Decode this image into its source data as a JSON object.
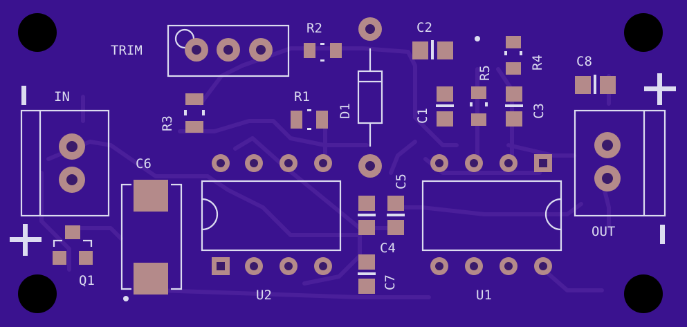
{
  "board": {
    "colors": {
      "board": "#3a128f",
      "trace": "#4a1f9a",
      "silkscreen": "#dcdcf0",
      "pad": "#b48a8a",
      "mount_hole": "#000000"
    }
  },
  "labels": {
    "trim": "TRIM",
    "in": "IN",
    "out": "OUT",
    "r1": "R1",
    "r2": "R2",
    "r3": "R3",
    "r4": "R4",
    "r5": "R5",
    "c1": "C1",
    "c2": "C2",
    "c3": "C3",
    "c4": "C4",
    "c5": "C5",
    "c6": "C6",
    "c7": "C7",
    "c8": "C8",
    "d1": "D1",
    "q1": "Q1",
    "u1": "U1",
    "u2": "U2",
    "plus_in": "+",
    "minus_in": "|",
    "plus_out": "+",
    "minus_out": "|"
  }
}
